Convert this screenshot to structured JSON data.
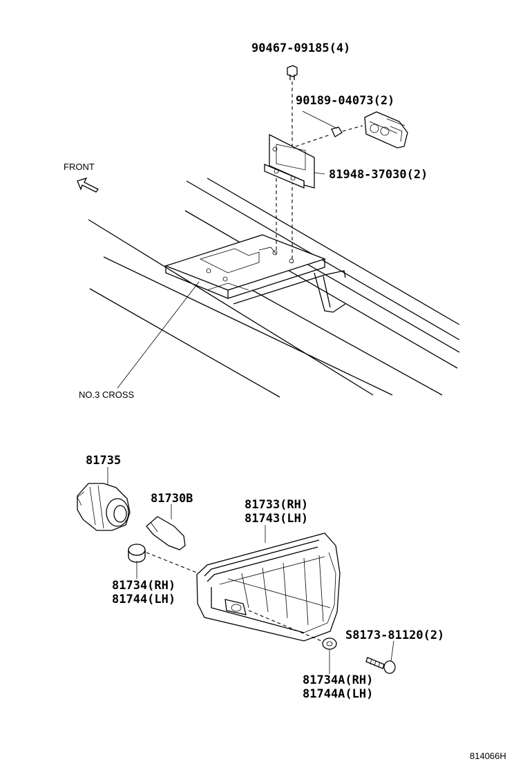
{
  "upper_assembly": {
    "bolt_part": "90467-09185(4)",
    "clip_part": "90189-04073(2)",
    "bracket_part": "81948-37030(2)",
    "direction_label": "FRONT",
    "crossmember_label": "NO.3 CROSS"
  },
  "lower_assembly": {
    "socket_part": "81735",
    "bulb_part": "81730B",
    "lamp_part_rh": "81733(RH)",
    "lamp_part_lh": "81743(LH)",
    "gasket_part_rh": "81734(RH)",
    "gasket_part_lh": "81744(LH)",
    "screw_part": "S8173-81120(2)",
    "washer_part_rh": "81734A(RH)",
    "washer_part_lh": "81744A(LH)"
  },
  "figure_reference": "814066H"
}
